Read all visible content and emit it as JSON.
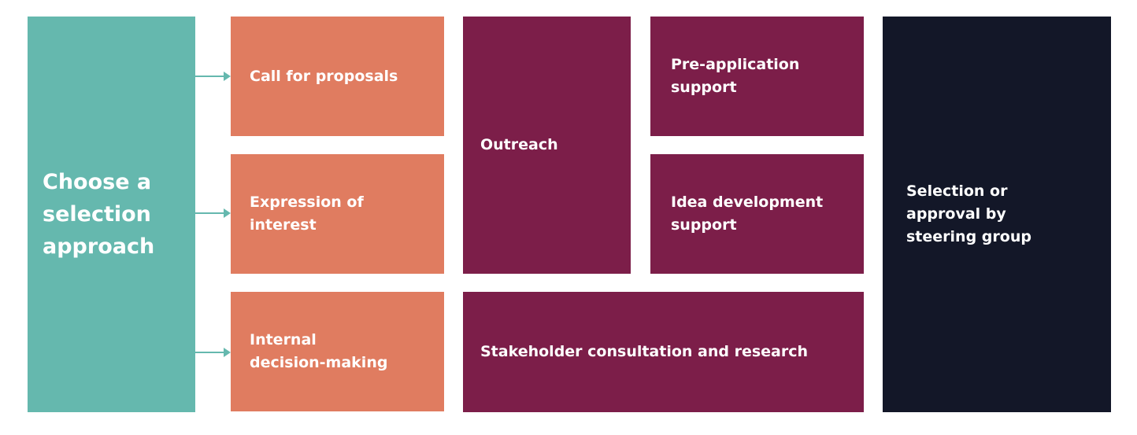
{
  "colors": {
    "teal": "#65b8ae",
    "orange": "#e07c60",
    "plum": "#7c1e49",
    "dark": "#131728",
    "arrow": "#65b8ae"
  },
  "start": {
    "label": "Choose a selection approach",
    "lines": [
      "Choose a",
      "selection",
      "approach"
    ]
  },
  "approaches": [
    {
      "label": "Call for proposals",
      "lines": [
        "Call for proposals"
      ]
    },
    {
      "label": "Expression of interest",
      "lines": [
        "Expression of",
        "interest"
      ]
    },
    {
      "label": "Internal decision-making",
      "lines": [
        "Internal",
        "decision-making"
      ]
    }
  ],
  "activities": {
    "outreach": {
      "lines": [
        "Outreach"
      ]
    },
    "pre_application": {
      "lines": [
        "Pre-application",
        "support"
      ]
    },
    "idea_development": {
      "lines": [
        "Idea development",
        "support"
      ]
    },
    "stakeholder": {
      "lines": [
        "Stakeholder consultation and research"
      ]
    }
  },
  "outcome": {
    "label": "Selection or approval by steering group",
    "lines": [
      "Selection or",
      "approval by",
      "steering group"
    ]
  },
  "connectors": [
    {
      "from": "start",
      "to": "approaches.0"
    },
    {
      "from": "start",
      "to": "approaches.1"
    },
    {
      "from": "start",
      "to": "approaches.2"
    }
  ]
}
